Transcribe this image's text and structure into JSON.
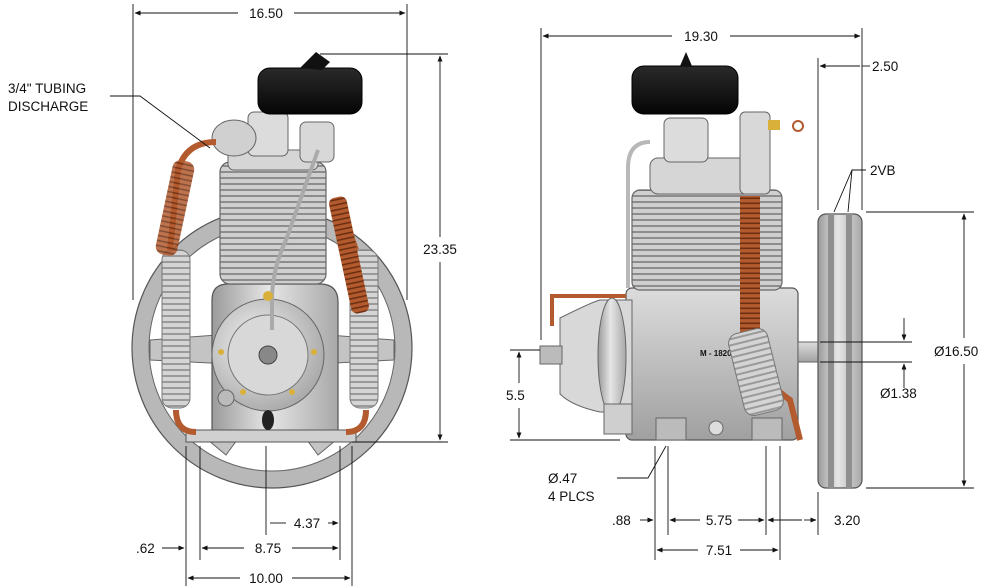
{
  "front_view": {
    "width_overall": "16.50",
    "height_overall": "23.35",
    "tubing_note_line1": "3/4\" TUBING",
    "tubing_note_line2": "DISCHARGE",
    "dim_4_37": "4.37",
    "dim_0_62": ".62",
    "dim_8_75": "8.75",
    "dim_10_00": "10.00"
  },
  "side_view": {
    "length_overall": "19.30",
    "pulley_offset": "2.50",
    "belt_grooves": "2VB",
    "pulley_diameter": "Ø16.50",
    "shaft_diameter": "Ø1.38",
    "shaft_height": "5.5",
    "hole_note_line1": "Ø.47",
    "hole_note_line2": "4 PLCS",
    "dim_0_88": ".88",
    "dim_5_75": "5.75",
    "dim_3_20": "3.20",
    "dim_7_51": "7.51",
    "model_label": "M - 1820"
  },
  "colors": {
    "air_filter": "#121212",
    "copper_tube": "#b35a2e",
    "cast_iron": "#c8c8c8",
    "line": "#111111"
  }
}
